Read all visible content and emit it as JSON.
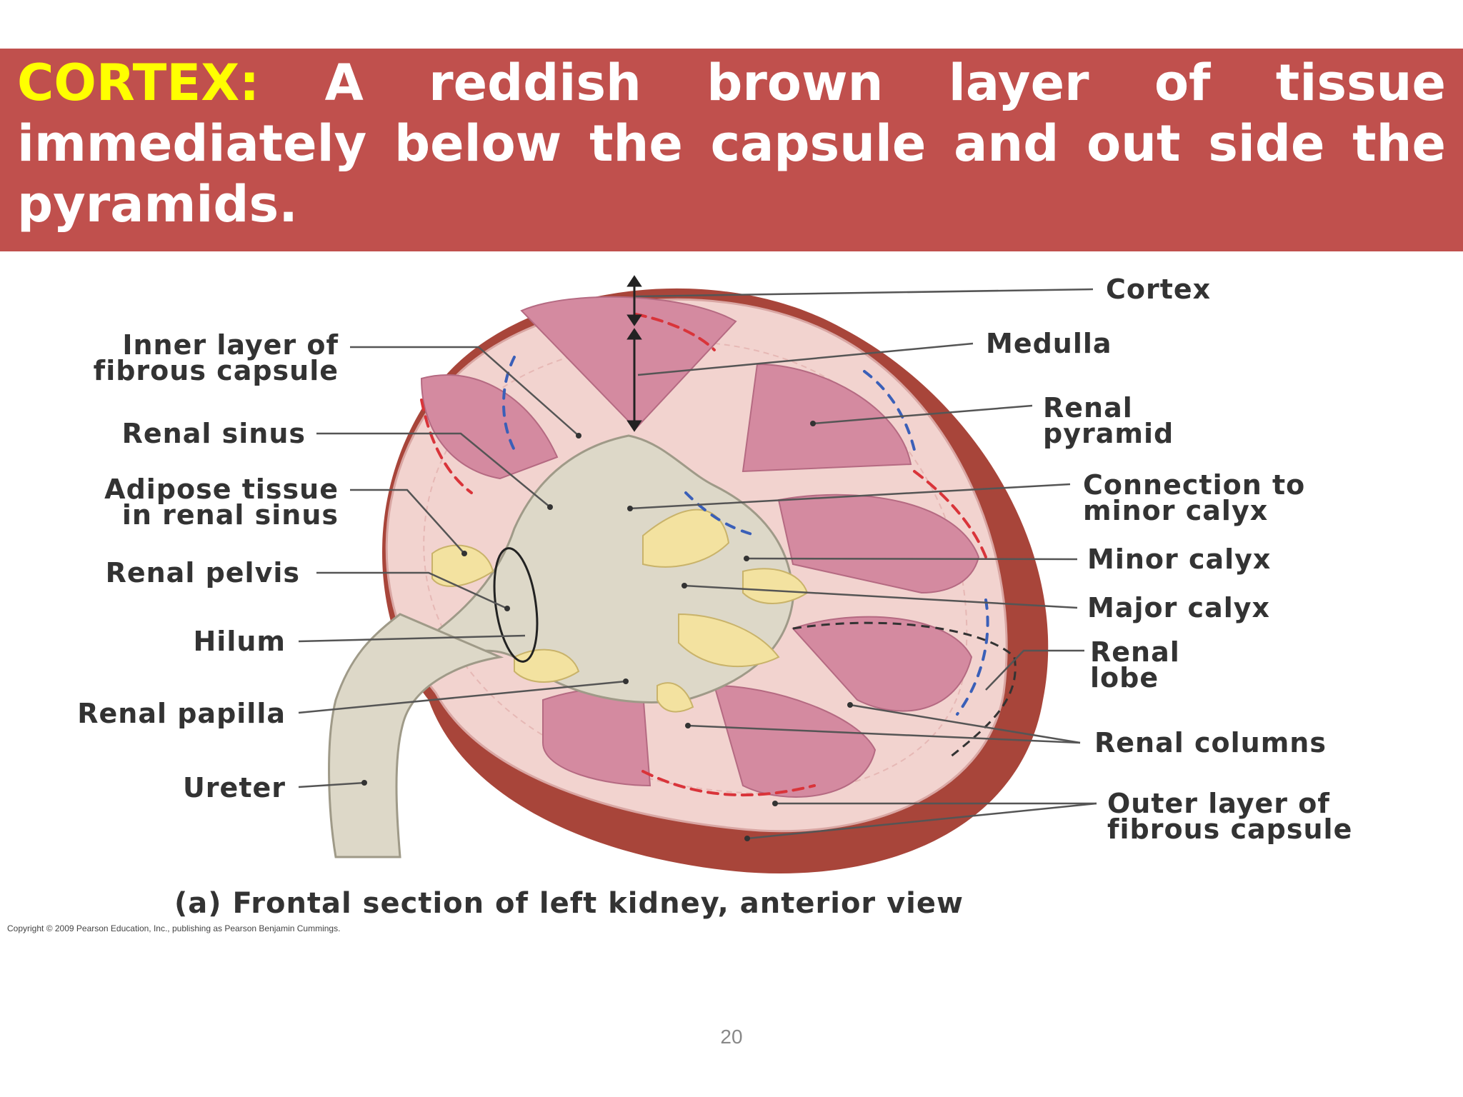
{
  "slide": {
    "keyword": "CORTEX:",
    "definition": " A reddish brown layer of tissue immediately below the capsule and out side the pyramids.",
    "page_number": "20",
    "colors": {
      "banner": "#c0504d",
      "keyword": "#ffff00",
      "banner_text": "#ffffff"
    }
  },
  "diagram": {
    "labels_left": [
      {
        "id": "inner-layer-of-fibrous-capsule",
        "text": "Inner layer of\nfibrous capsule"
      },
      {
        "id": "renal-sinus",
        "text": "Renal sinus"
      },
      {
        "id": "adipose-tissue-in-renal-sinus",
        "text": "Adipose tissue\nin renal sinus"
      },
      {
        "id": "renal-pelvis",
        "text": "Renal pelvis"
      },
      {
        "id": "hilum",
        "text": "Hilum"
      },
      {
        "id": "renal-papilla",
        "text": "Renal papilla"
      },
      {
        "id": "ureter",
        "text": "Ureter"
      }
    ],
    "labels_right": [
      {
        "id": "cortex",
        "text": "Cortex"
      },
      {
        "id": "medulla",
        "text": "Medulla"
      },
      {
        "id": "renal-pyramid",
        "text": "Renal\npyramid"
      },
      {
        "id": "connection-to-minor-calyx",
        "text": "Connection to\nminor calyx"
      },
      {
        "id": "minor-calyx",
        "text": "Minor calyx"
      },
      {
        "id": "major-calyx",
        "text": "Major calyx"
      },
      {
        "id": "renal-lobe",
        "text": "Renal\nlobe"
      },
      {
        "id": "renal-columns",
        "text": "Renal columns"
      },
      {
        "id": "outer-layer-of-fibrous-capsule",
        "text": "Outer layer of\nfibrous capsule"
      }
    ],
    "caption": "(a) Frontal section of left kidney, anterior view",
    "copyright": "Copyright © 2009 Pearson Education, Inc., publishing as Pearson Benjamin Cummings.",
    "colors": {
      "capsule_outer": "#a8453a",
      "cortex": "#f2d3cf",
      "pyramid": "#d48aa0",
      "sinus": "#ddd8c8",
      "fat": "#f3e2a0",
      "artery": "#d9343a",
      "vein": "#3a5fb8",
      "leader": "#555555"
    }
  }
}
